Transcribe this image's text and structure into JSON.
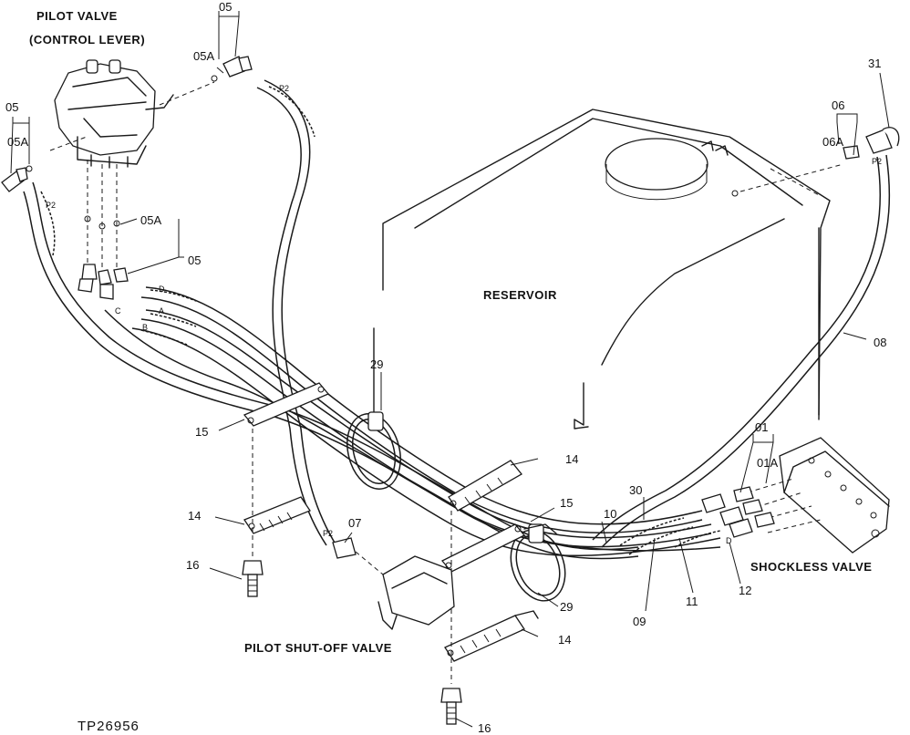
{
  "titles": {
    "pilot_valve_line1": "PILOT VALVE",
    "pilot_valve_line2": "(CONTROL LEVER)",
    "reservoir": "RESERVOIR",
    "shockless_valve": "SHOCKLESS VALVE",
    "pilot_shutoff_valve": "PILOT SHUT-OFF VALVE"
  },
  "figure_code": "TP26956",
  "callouts": {
    "c05_top": "05",
    "c05a_top": "05A",
    "c05_left": "05",
    "c05a_left": "05A",
    "c05a_mid": "05A",
    "c05_mid": "05",
    "c06": "06",
    "c06a": "06A",
    "c31": "31",
    "c08": "08",
    "c29_top": "29",
    "c29_bottom": "29",
    "c15_left": "15",
    "c15_right": "15",
    "c14_left": "14",
    "c14_right": "14",
    "c14_bottom": "14",
    "c16_left": "16",
    "c16_bottom": "16",
    "c07": "07",
    "c01": "01",
    "c01a": "01A",
    "c30": "30",
    "c10": "10",
    "c09": "09",
    "c11": "11",
    "c12": "12"
  },
  "hose_tags": {
    "p2_left": "P2",
    "p2_top": "P2",
    "p2_right": "P2",
    "p2_shutoff": "P2",
    "d": "D",
    "a": "A",
    "b": "B",
    "c": "C",
    "d_right": "D"
  }
}
